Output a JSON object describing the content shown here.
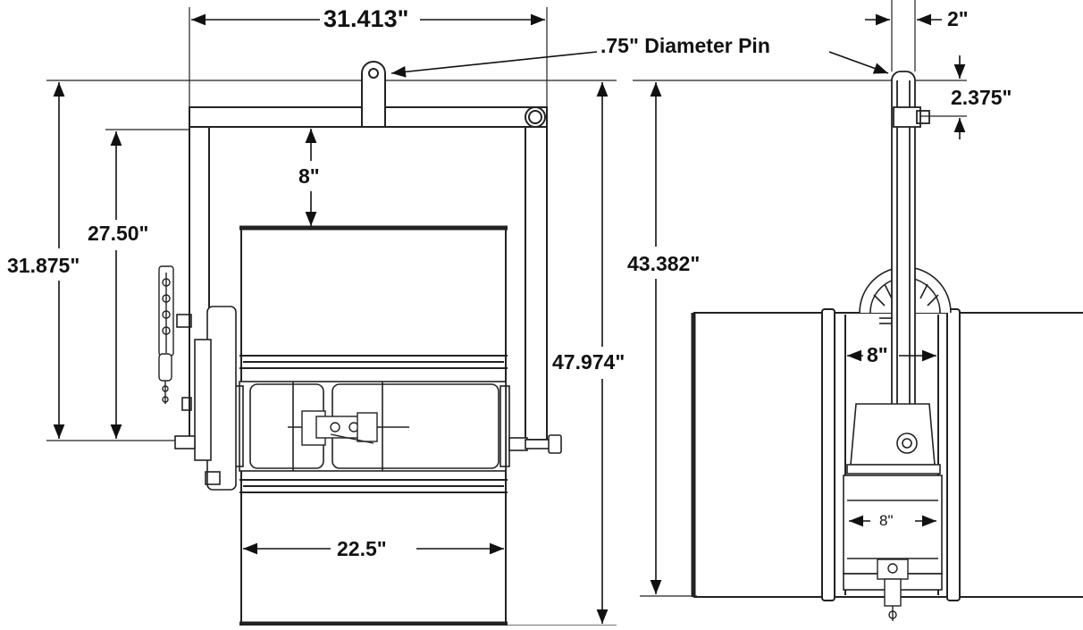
{
  "diagram": {
    "left_view": {
      "overall_width": "31.413\"",
      "top_to_beam": "8\"",
      "inner_height": "27.50\"",
      "pin_to_axle": "31.875\"",
      "drum_diameter": "22.5\"",
      "overall_height": "47.974\""
    },
    "right_view": {
      "pin_label": ".75\" Diameter Pin",
      "plate_width": "2\"",
      "pin_offset": "2.375\"",
      "overall_height": "43.382\"",
      "clamp_width": "8\"",
      "slot_width": "8\""
    }
  },
  "colors": {
    "line": "#222222",
    "background": "#ffffff"
  }
}
